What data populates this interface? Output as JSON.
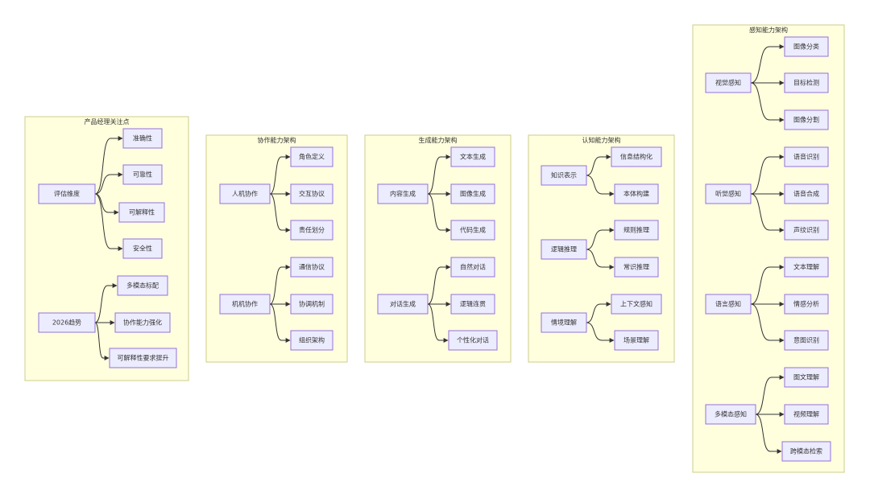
{
  "clusters": [
    {
      "title": "产品经理关注点",
      "groups": [
        {
          "source": "评估维度",
          "targets": [
            "准确性",
            "可靠性",
            "可解释性",
            "安全性"
          ]
        },
        {
          "source": "2026趋势",
          "targets": [
            "多模态标配",
            "协作能力强化",
            "可解释性要求提升"
          ]
        }
      ]
    },
    {
      "title": "协作能力架构",
      "groups": [
        {
          "source": "人机协作",
          "targets": [
            "角色定义",
            "交互协议",
            "责任划分"
          ]
        },
        {
          "source": "机机协作",
          "targets": [
            "通信协议",
            "协调机制",
            "组织架构"
          ]
        }
      ]
    },
    {
      "title": "生成能力架构",
      "groups": [
        {
          "source": "内容生成",
          "targets": [
            "文本生成",
            "图像生成",
            "代码生成"
          ]
        },
        {
          "source": "对话生成",
          "targets": [
            "自然对话",
            "逻辑连贯",
            "个性化对话"
          ]
        }
      ]
    },
    {
      "title": "认知能力架构",
      "groups": [
        {
          "source": "知识表示",
          "targets": [
            "信息结构化",
            "本体构建"
          ]
        },
        {
          "source": "逻辑推理",
          "targets": [
            "规则推理",
            "常识推理"
          ]
        },
        {
          "source": "情境理解",
          "targets": [
            "上下文感知",
            "场景理解"
          ]
        }
      ]
    },
    {
      "title": "感知能力架构",
      "groups": [
        {
          "source": "视觉感知",
          "targets": [
            "图像分类",
            "目标检测",
            "图像分割"
          ]
        },
        {
          "source": "听觉感知",
          "targets": [
            "语音识别",
            "语音合成",
            "声纹识别"
          ]
        },
        {
          "source": "语言感知",
          "targets": [
            "文本理解",
            "情感分析",
            "意图识别"
          ]
        },
        {
          "source": "多模态感知",
          "targets": [
            "图文理解",
            "视频理解",
            "跨模态检索"
          ]
        }
      ]
    }
  ],
  "colors": {
    "cluster_fill": "#ffffde",
    "cluster_border": "#cccc88",
    "node_fill": "#ececff",
    "node_border": "#9370db",
    "edge": "#333333"
  }
}
